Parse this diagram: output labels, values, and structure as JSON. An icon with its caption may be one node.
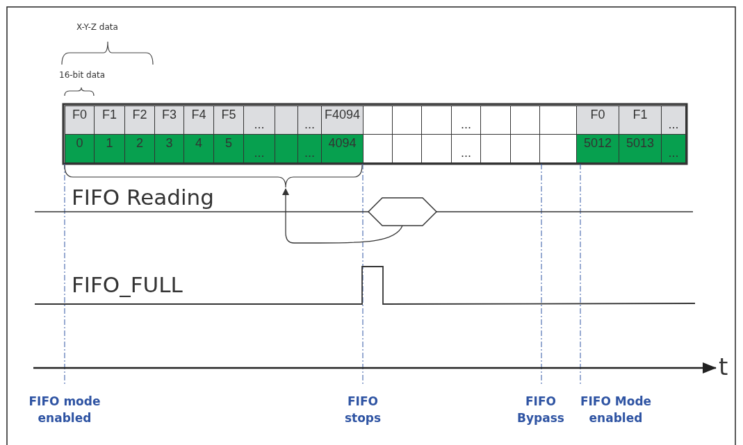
{
  "diagram": {
    "nodes": [
      {
        "text": [],
        "shape": "brace"
      },
      {
        "text": [],
        "shape": "hexagon"
      }
    ],
    "edges": [
      {
        "from": 1,
        "to": 0,
        "arrow": "to"
      }
    ],
    "labels": [
      "X-Y-Z data",
      "16-bit data",
      "F0",
      "F1",
      "F2",
      "F3",
      "F4",
      "F5",
      "...",
      "...",
      "F4094",
      "...",
      "F0",
      "F1",
      "...",
      "0",
      "1",
      "2",
      "3",
      "4",
      "5",
      "...",
      "...",
      "4094",
      "...",
      "5012",
      "5013",
      "...",
      "FIFO Reading",
      "FIFO_FULL",
      "t",
      "FIFO mode enabled",
      "FIFO stops",
      "FIFO Bypass",
      "FIFO Mode enabled"
    ]
  }
}
